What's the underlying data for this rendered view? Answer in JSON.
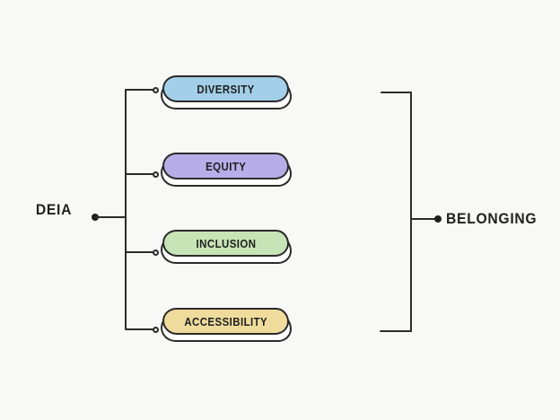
{
  "diagram": {
    "root": {
      "label": "DEIA"
    },
    "branches": [
      {
        "label": "DIVERSITY",
        "fill": "#a3cfe8"
      },
      {
        "label": "EQUITY",
        "fill": "#b7ade8"
      },
      {
        "label": "INCLUSION",
        "fill": "#c6e4b5"
      },
      {
        "label": "ACCESSIBILITY",
        "fill": "#efdc9d"
      }
    ],
    "outcome": {
      "label": "BELONGING"
    },
    "colors": {
      "background": "#f8f8f6",
      "line": "#2b2b2b",
      "text": "#1f1f1f",
      "node_shadow": "#ffffff"
    }
  }
}
